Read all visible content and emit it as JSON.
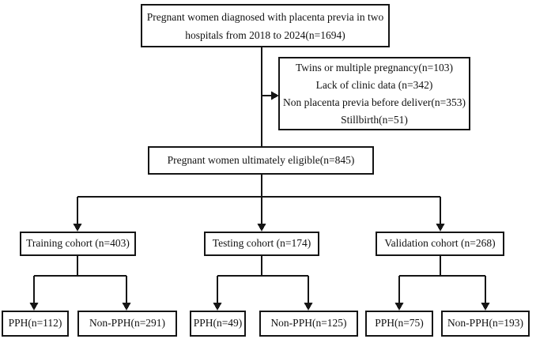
{
  "flowchart": {
    "source": {
      "lines": [
        "Pregnant women diagnosed with placenta previa in two",
        "hospitals from 2018 to 2024(n=1694)"
      ]
    },
    "exclusions": {
      "lines": [
        "Twins or multiple pregnancy(n=103)",
        "Lack of clinic data (n=342)",
        "Non placenta previa before deliver(n=353)",
        "Stillbirth(n=51)"
      ]
    },
    "eligible": {
      "label": "Pregnant women ultimately eligible(n=845)"
    },
    "cohorts": [
      {
        "label": "Training cohort (n=403)",
        "pph": "PPH(n=112)",
        "non_pph": "Non-PPH(n=291)"
      },
      {
        "label": "Testing cohort (n=174)",
        "pph": "PPH(n=49)",
        "non_pph": "Non-PPH(n=125)"
      },
      {
        "label": "Validation cohort (n=268)",
        "pph": "PPH(n=75)",
        "non_pph": "Non-PPH(n=193)"
      }
    ],
    "colors": {
      "line": "#151515",
      "border": "#151515",
      "text": "#111111",
      "background": "#ffffff"
    }
  }
}
